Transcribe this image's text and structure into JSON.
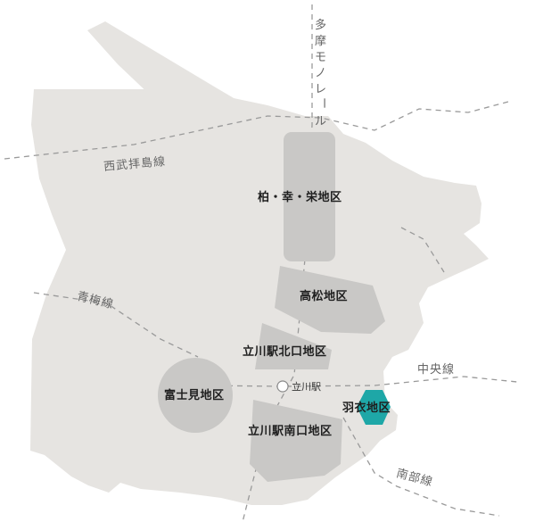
{
  "map": {
    "colors": {
      "background": "#ffffff",
      "city_area": "#e6e4e1",
      "district": "#c9c8c6",
      "district_highlight": "#1ea7a7",
      "railway_dashed": "#9a9a9a",
      "text": "#1f1f1f",
      "rail_text": "#666666"
    },
    "railways": {
      "tama_monorail": [
        "多",
        "摩",
        "モ",
        "ノ",
        "レ",
        "ー",
        "ル"
      ],
      "seibu_haijima": "西武拝島線",
      "ome": "青梅線",
      "chuo": "中央線",
      "nambu": "南部線"
    },
    "station": {
      "name": "立川駅"
    },
    "districts": {
      "kashiwa": "柏・幸・栄地区",
      "takamatsu": "高松地区",
      "north_exit": "立川駅北口地区",
      "fujimi": "富士見地区",
      "south_exit": "立川駅南口地区",
      "hagoromo": "羽衣地区"
    },
    "highlighted_district": "羽衣地区"
  }
}
